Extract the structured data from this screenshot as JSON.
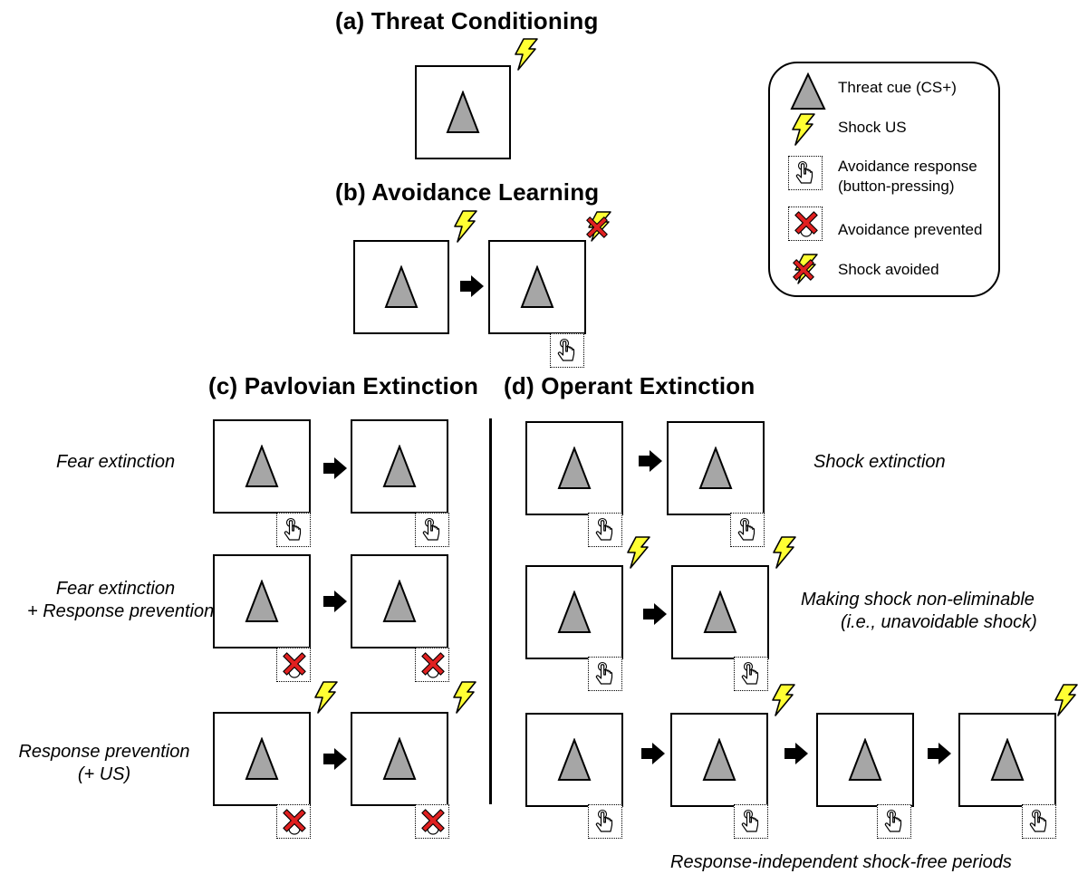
{
  "panels": {
    "a": {
      "title": "(a)  Threat Conditioning"
    },
    "b": {
      "title": "(b)  Avoidance Learning"
    },
    "c": {
      "title": "(c)  Pavlovian  Extinction"
    },
    "d": {
      "title": "(d)  Operant Extinction"
    }
  },
  "rows": {
    "c1": "Fear extinction",
    "c2_line1": "Fear extinction",
    "c2_line2": "+ Response prevention",
    "c3_line1": "Response prevention",
    "c3_line2": "(+ US)",
    "d1": "Shock extinction",
    "d2_line1": "Making shock non-eliminable",
    "d2_line2": "(i.e., unavoidable shock)",
    "d3": "Response-independent shock-free periods"
  },
  "legend": {
    "items": [
      {
        "icon": "threat-cue-triangle",
        "label": "Threat cue (CS+)"
      },
      {
        "icon": "lightning-bolt",
        "label": "Shock US"
      },
      {
        "icon": "button-press-hand",
        "label_line1": "Avoidance response",
        "label_line2": "(button-pressing)"
      },
      {
        "icon": "response-prevented-x",
        "label": "Avoidance prevented"
      },
      {
        "icon": "shock-avoided-x",
        "label": "Shock avoided"
      }
    ]
  },
  "colors": {
    "cue_fill": "#a6a6a6",
    "bolt_fill": "#ffff33",
    "x_fill": "#e02020",
    "stroke": "#000000"
  }
}
